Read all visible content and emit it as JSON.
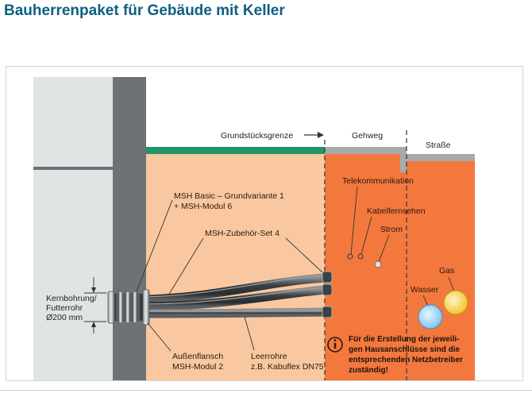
{
  "title": "Bauherrenpaket für Gebäude mit Keller",
  "diagram": {
    "labels": {
      "grundstuecksgrenze": "Grundstücksgrenze",
      "gehweg": "Gehweg",
      "strasse": "Straße",
      "telekommunikation": "Telekommunikation",
      "kabelfernsehen": "Kabelfernsehen",
      "strom": "Strom",
      "gas": "Gas",
      "wasser": "Wasser",
      "msh_basic_line1": "MSH Basic – Grundvariante 1",
      "msh_basic_line2": "+ MSH-Modul 6",
      "zubehoer": "MSH-Zubehör-Set 4",
      "kernbohrung_line1": "Kernbohrung/",
      "kernbohrung_line2": "Futterrohr",
      "kernbohrung_line3": "Ø200 mm",
      "aussenflansch_line1": "Außenflansch",
      "aussenflansch_line2": "MSH-Modul 2",
      "leerrohre_line1": "Leerrohre",
      "leerrohre_line2": "z.B. Kabuflex DN75"
    },
    "notice": {
      "icon": "info-icon",
      "lines": [
        "Für die Erstellung der jeweili-",
        "gen Hausanschlüsse sind die",
        "entsprechenden Netzbetreiber",
        "zuständig!"
      ]
    },
    "colors": {
      "wall": "#6d7275",
      "basement": "#e1e4e5",
      "soil_property": "#f9c8a0",
      "soil_public": "#f3783e",
      "grass": "#23936a",
      "pavement": "#a8aaab",
      "gas": "#f7d248",
      "water": "#a7d8f2",
      "title": "#0d6080"
    }
  }
}
